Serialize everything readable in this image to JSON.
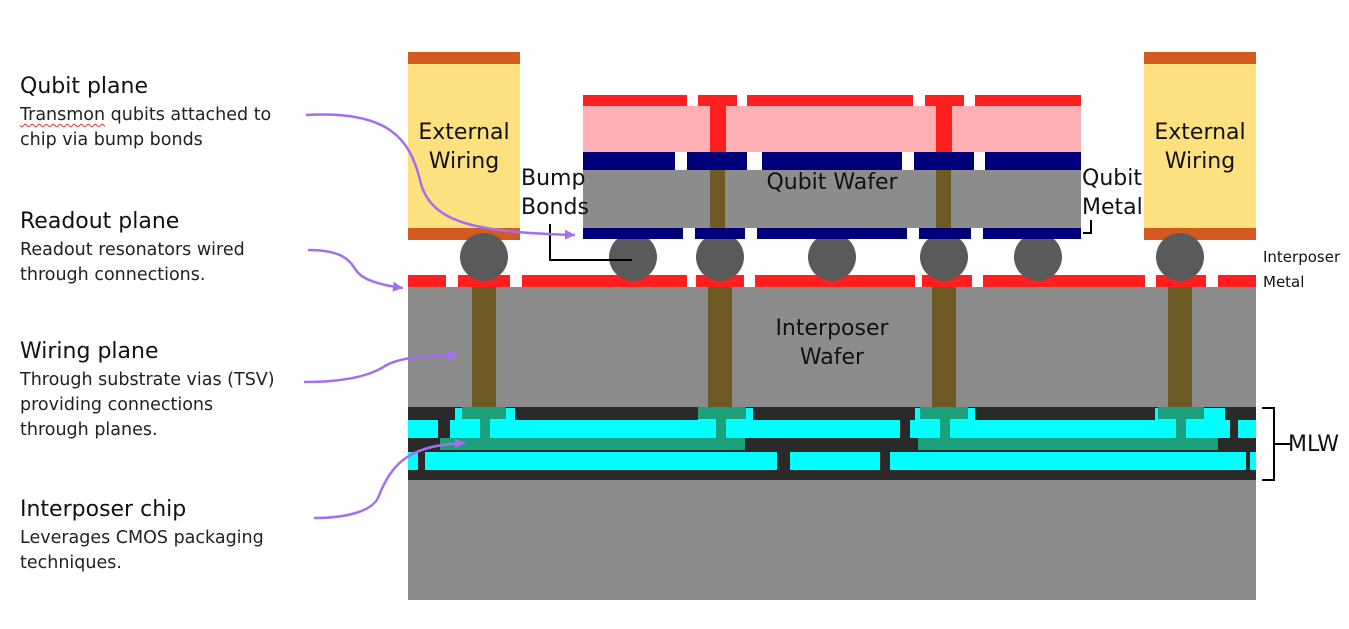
{
  "legend": {
    "qubit_plane": {
      "title": "Qubit plane",
      "desc_underlined": "Transmon",
      "desc_rest_line1": " qubits attached to",
      "desc_line2": "chip via bump bonds"
    },
    "readout_plane": {
      "title": "Readout plane",
      "desc_line1": "Readout resonators wired",
      "desc_line2": "through connections."
    },
    "wiring_plane": {
      "title": "Wiring plane",
      "desc_line1": "Through substrate vias (TSV)",
      "desc_line2": "providing connections",
      "desc_line3": "through planes."
    },
    "interposer_chip": {
      "title": "Interposer chip",
      "desc_line1": "Leverages CMOS packaging",
      "desc_line2": "techniques."
    }
  },
  "labels": {
    "external_wiring_left": [
      "External",
      "Wiring"
    ],
    "external_wiring_right": [
      "External",
      "Wiring"
    ],
    "bump_bonds": [
      "Bump",
      "Bonds"
    ],
    "qubit_wafer": "Qubit Wafer",
    "qubit_metal": [
      "Qubit",
      "Metal"
    ],
    "interposer_metal": [
      "Interposer",
      "Metal"
    ],
    "interposer_wafer": [
      "Interposer",
      "Wafer"
    ],
    "mlw": "MLW"
  },
  "colors": {
    "wiring_fill": "#fde17f",
    "wiring_cap": "#d35a20",
    "qubit_metal_top": "#ff1f1f",
    "qubit_dielectric": "#ffb0b5",
    "qubit_bottom_metal": "#00007a",
    "wafer_gray": "#8c8c8c",
    "bump_gray": "#5a5a5a",
    "via_brown": "#6e5a25",
    "cyan_layer": "#00ffff",
    "green_wiring": "#1aa07a",
    "dark_layer": "#2a2a2a",
    "arrow_purple": "#a56ef0"
  }
}
